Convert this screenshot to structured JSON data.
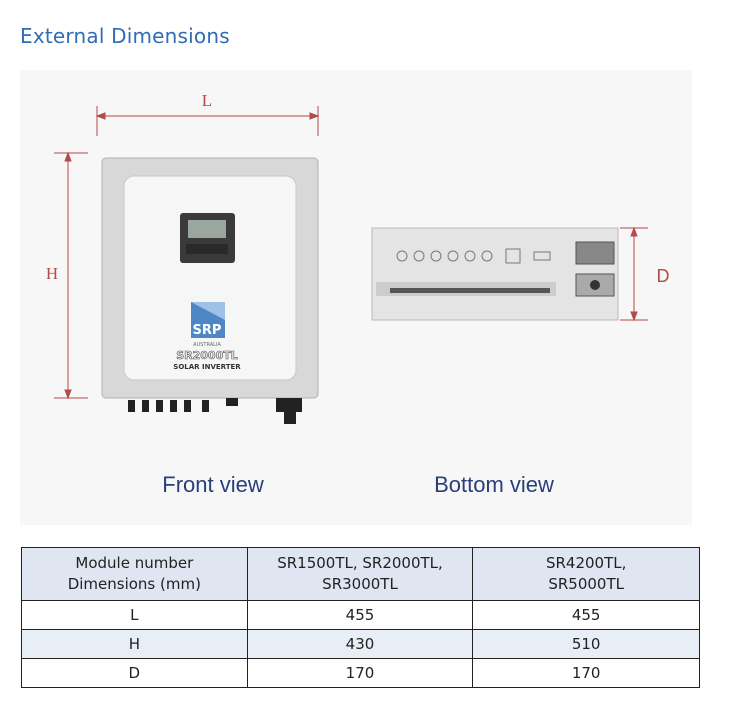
{
  "section_title": "External Dimensions",
  "figure": {
    "front_label": "Front view",
    "bottom_label": "Bottom view",
    "dim_L": "L",
    "dim_H": "H",
    "dim_D": "D",
    "brand_logo": "SRP",
    "brand_sub": "AUSTRALIA",
    "model_text": "SR2000TL",
    "product_text": "SOLAR INVERTER"
  },
  "table": {
    "header": {
      "col1_line1": "Module number",
      "col1_line2": "Dimensions (mm)",
      "col2_line1": "SR1500TL, SR2000TL,",
      "col2_line2": "SR3000TL",
      "col3_line1": "SR4200TL,",
      "col3_line2": "SR5000TL"
    },
    "rows": [
      {
        "label": "L",
        "a": "455",
        "b": "455"
      },
      {
        "label": "H",
        "a": "430",
        "b": "510"
      },
      {
        "label": "D",
        "a": "170",
        "b": "170"
      }
    ]
  }
}
